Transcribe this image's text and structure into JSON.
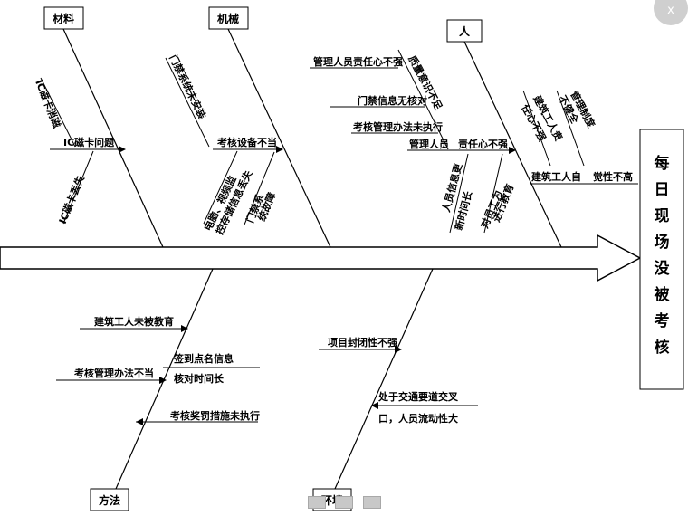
{
  "head": {
    "text": "每日现场没被考核"
  },
  "categories": {
    "material": "材料",
    "machine": "机械",
    "people": "人",
    "method": "方法",
    "environment": "环境"
  },
  "material": {
    "main": "IC磁卡问题",
    "sub1": "IC磁卡消磁",
    "sub2": "IC磁卡丢失"
  },
  "machine": {
    "main": "考核设备不当",
    "sub1": "门禁系统未安装",
    "sub2a": "电脑、视频监",
    "sub2b": "控存储信息丢失",
    "sub3a": "门禁系",
    "sub3b": "统故障"
  },
  "people": {
    "l1": "管理人员责任心不强",
    "l1b": "质量意识不足",
    "l2": "门禁信息无核对",
    "l3": "考核管理办法未执行",
    "l4a": "管理人员",
    "l4b": "责任心不强",
    "v1a": "人员信息更",
    "v1b": "新时间长",
    "v2a": "对员工为",
    "v2b": "进行教育",
    "v3a": "管理制度",
    "v3b": "不健全",
    "v4a": "建筑工人责",
    "v4b": "任心不强",
    "l5a": "建筑工人自",
    "l5b": "觉性不高"
  },
  "method": {
    "m1": "建筑工人未被教育",
    "m2a": "签到点名信息",
    "m2b": "核对时间长",
    "m3": "考核管理办法不当",
    "m4": "考核奖罚措施未执行"
  },
  "environment": {
    "e1": "项目封闭性不强",
    "e2a": "处于交通要道交叉",
    "e2b": "口，人员流动性大"
  },
  "ui": {
    "close": "x"
  }
}
